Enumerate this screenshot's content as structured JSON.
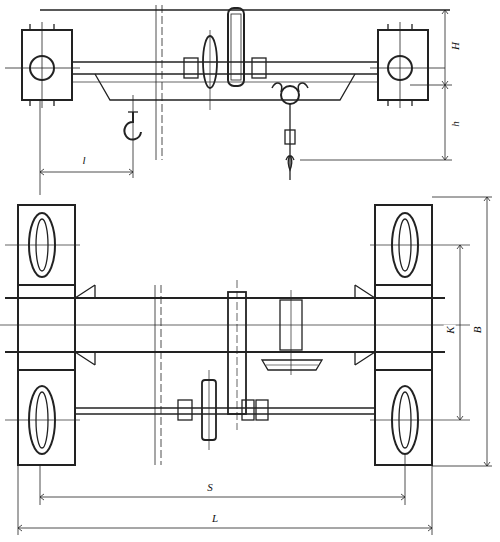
{
  "diagram": {
    "labels": [
      "H",
      "h",
      "l",
      "K",
      "B",
      "S",
      "L"
    ]
  }
}
